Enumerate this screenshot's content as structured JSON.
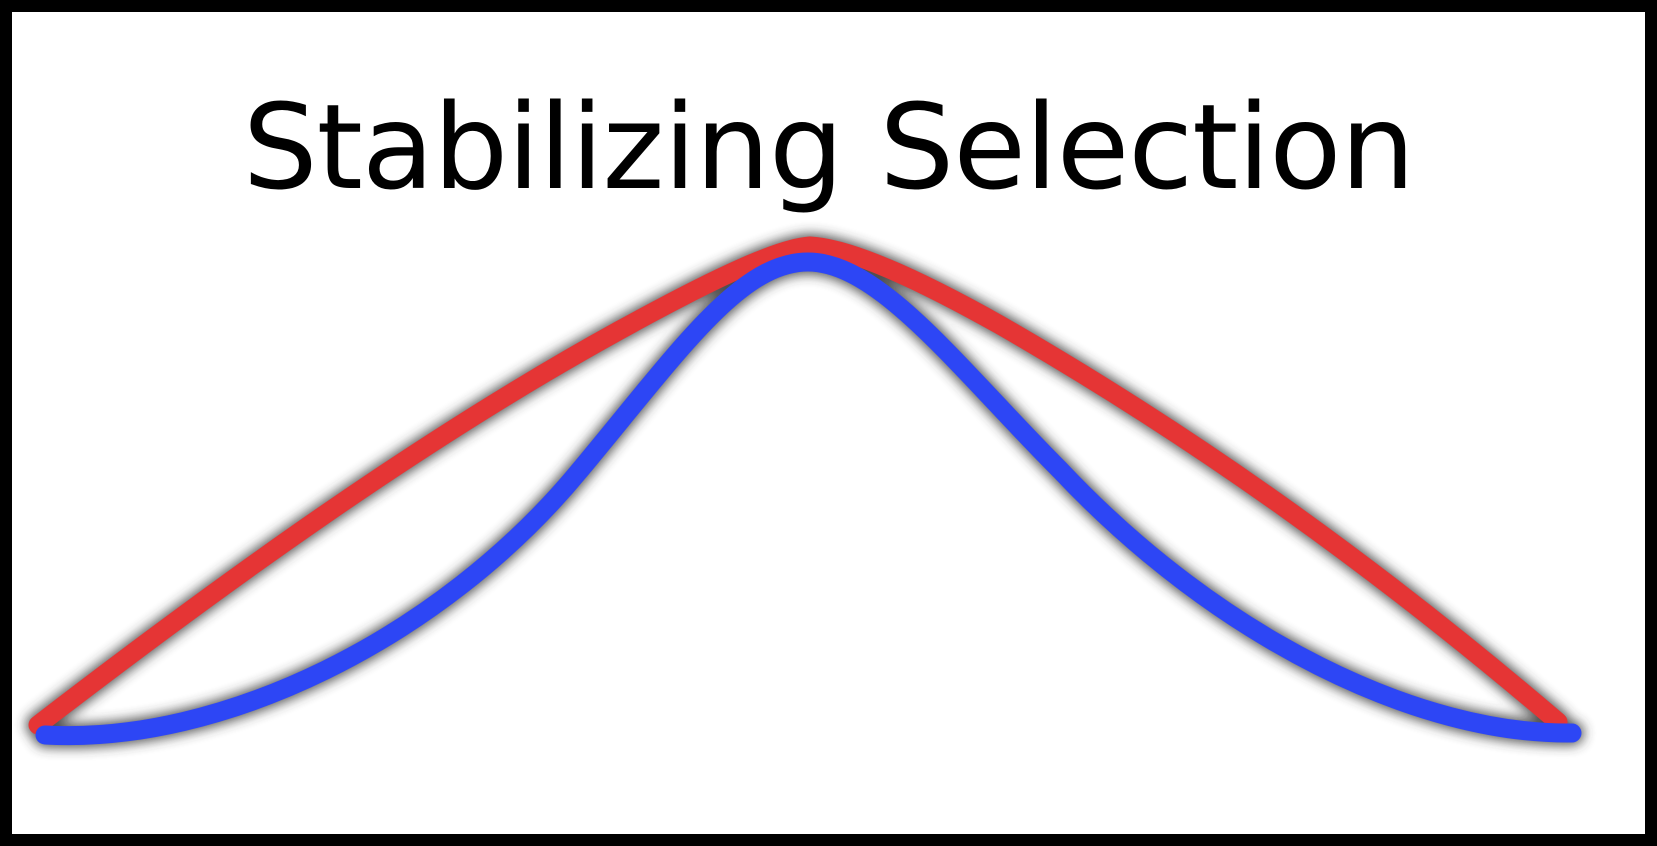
{
  "title": "Stabilizing Selection",
  "curves": [
    {
      "id": "original-distribution",
      "color": "#e53535",
      "shape": "broad"
    },
    {
      "id": "selected-distribution",
      "color": "#2d46f5",
      "shape": "narrow"
    }
  ],
  "shadow_color": "#333333"
}
